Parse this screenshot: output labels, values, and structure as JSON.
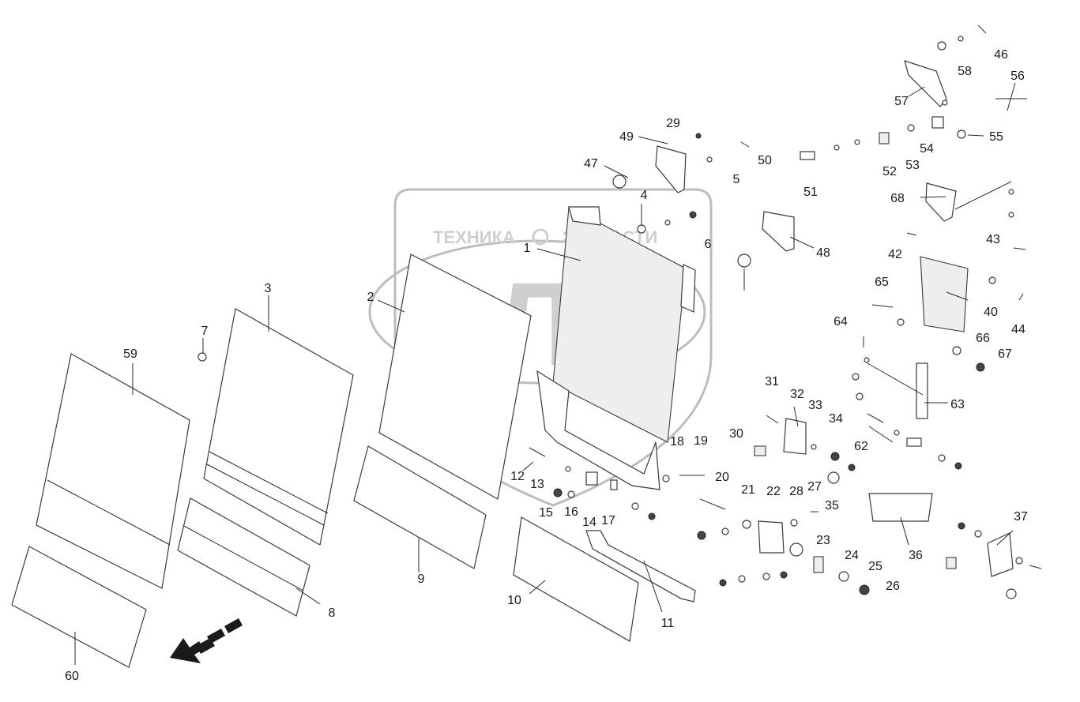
{
  "watermark": {
    "top_text_left": "ТЕХНИКА",
    "top_text_right": "ЗАПЧАСТИ",
    "logo_text": "ЭЛФ",
    "color": "#cccccc"
  },
  "direction_arrow_icon": "forward-direction-arrow-icon",
  "callouts": [
    "1",
    "2",
    "3",
    "4",
    "5",
    "6",
    "7",
    "8",
    "9",
    "10",
    "11",
    "12",
    "13",
    "14",
    "15",
    "16",
    "17",
    "18",
    "19",
    "20",
    "21",
    "22",
    "23",
    "24",
    "25",
    "26",
    "27",
    "28",
    "29",
    "30",
    "31",
    "32",
    "33",
    "34",
    "35",
    "36",
    "37",
    "40",
    "42",
    "43",
    "44",
    "46",
    "47",
    "48",
    "49",
    "50",
    "51",
    "52",
    "53",
    "54",
    "55",
    "56",
    "57",
    "58",
    "59",
    "60",
    "62",
    "63",
    "64",
    "65",
    "66",
    "67",
    "68"
  ]
}
